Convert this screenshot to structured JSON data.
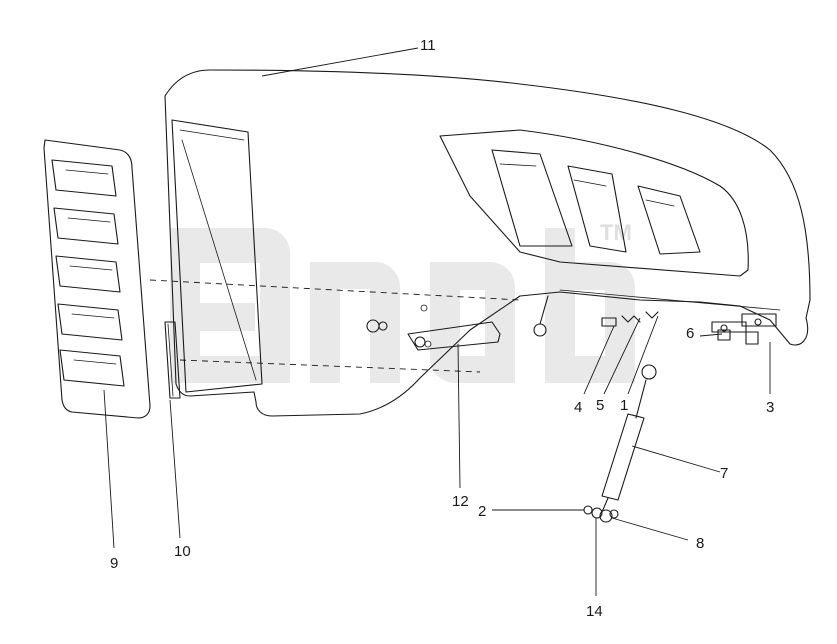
{
  "diagram": {
    "callouts": [
      "11",
      "1",
      "2",
      "3",
      "4",
      "5",
      "6",
      "7",
      "8",
      "9",
      "10",
      "12",
      "14"
    ]
  },
  "watermark": {
    "tm": "TM"
  },
  "colors": {
    "line": "#1a1a1a",
    "background": "#ffffff",
    "watermark": "#bfbfbf"
  }
}
